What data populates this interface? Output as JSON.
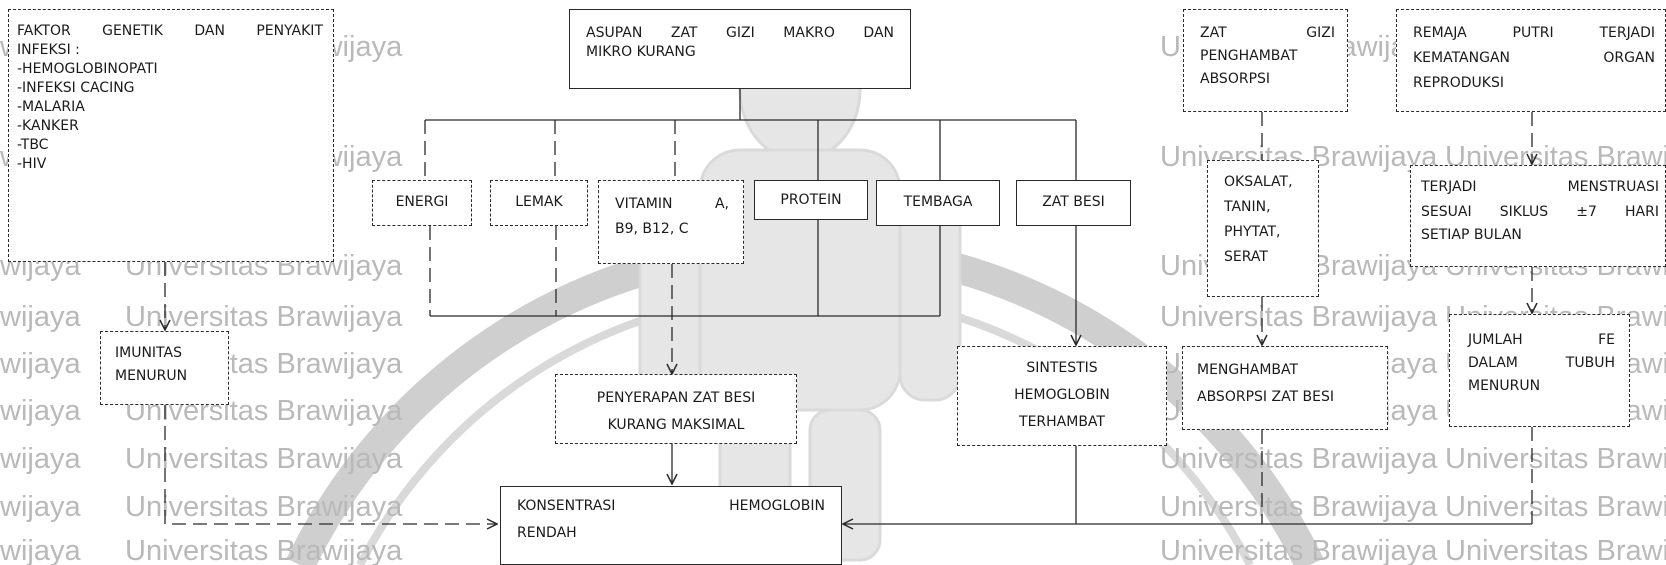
{
  "watermark": {
    "text": "Universitas Brawijaya",
    "fragment": "wijaya",
    "color": "#b9b9b9"
  },
  "boxes": {
    "genetic": {
      "title": "FAKTOR GENETIK DAN PENYAKIT",
      "title2": "INFEKSI :",
      "items": [
        "-HEMOGLOBINOPATI",
        "-INFEKSI CACING",
        "-MALARIA",
        "-KANKER",
        "-TBC",
        "-HIV"
      ]
    },
    "intake": {
      "line1": "ASUPAN   ZAT   GIZI   MAKRO   DAN",
      "line2": "MIKRO KURANG"
    },
    "energi": "ENERGI",
    "lemak": "LEMAK",
    "vitamin": {
      "line1": "VITAMIN    A,",
      "line2": "B9, B12, C"
    },
    "protein": "PROTEIN",
    "tembaga": "TEMBAGA",
    "zat_besi": "ZAT BESI",
    "imunitas": {
      "line1": "IMUNITAS",
      "line2": "MENURUN"
    },
    "penyerapan": {
      "line1": "PENYERAPAN ZAT BESI",
      "line2": "KURANG MAKSIMAL"
    },
    "sintesis": {
      "line1": "SINTESTIS",
      "line2": "HEMOGLOBIN",
      "line3": "TERHAMBAT"
    },
    "konsentrasi": {
      "line1": "KONSENTRASI              HEMOGLOBIN",
      "line2": "RENDAH"
    },
    "zat_penghambat": {
      "line1": "ZAT              GIZI",
      "line2": "PENGHAMBAT",
      "line3": "ABSORPSI"
    },
    "oksalat": {
      "line1": "OKSALAT,",
      "line2": "TANIN,",
      "line3": "PHYTAT,",
      "line4": "SERAT"
    },
    "menghambat": {
      "line1": "MENGHAMBAT",
      "line2": "ABSORPSI ZAT BESI"
    },
    "remaja": {
      "line1": "REMAJA    PUTRI    TERJADI",
      "line2": "KEMATANGAN           ORGAN",
      "line3": "REPRODUKSI"
    },
    "menstruasi": {
      "line1": "TERJADI       MENSTRUASI",
      "line2": "SESUAI   SIKLUS   ±7   HARI",
      "line3": "SETIAP BULAN"
    },
    "jumlah_fe": {
      "line1": "JUMLAH          FE",
      "line2": "DALAM    TUBUH",
      "line3": "MENURUN"
    }
  },
  "colors": {
    "stroke": "#2a2a2a",
    "text": "#1a1a1a",
    "background": "#ffffff"
  }
}
